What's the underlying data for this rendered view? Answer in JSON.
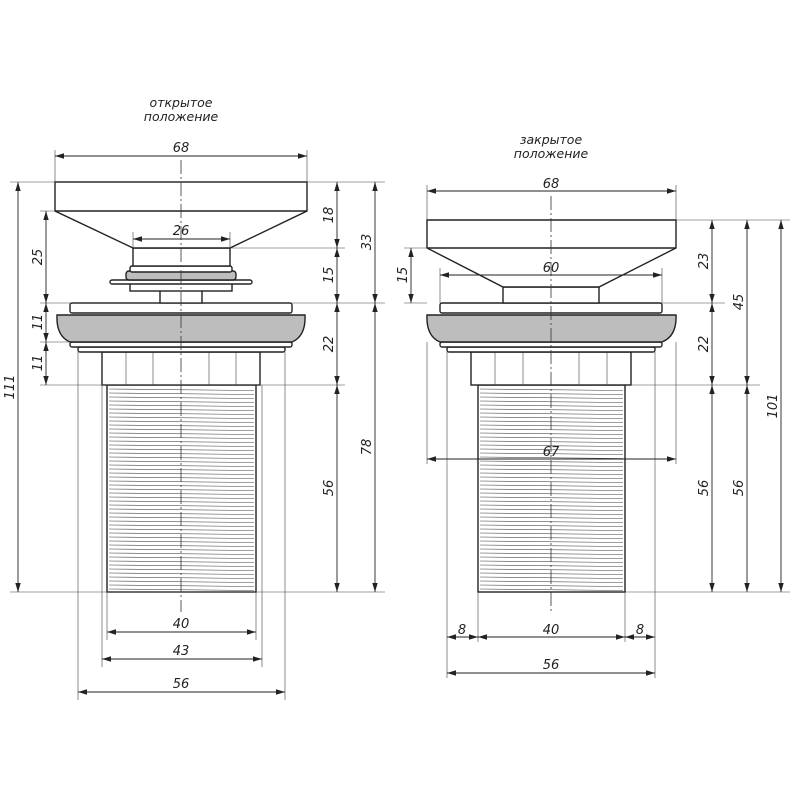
{
  "left": {
    "title_line1": "открытое",
    "title_line2": "положение",
    "dims": {
      "cap_width": "68",
      "stem_width": "26",
      "thread_inner": "40",
      "thread_outer": "43",
      "flange": "56",
      "total_height": "111",
      "cone_to_ring": "25",
      "ring_a": "11",
      "ring_b": "11",
      "cap_height": "18",
      "stem_height": "15",
      "body": "22",
      "thread_len": "56",
      "open_top": "33",
      "lower_total": "78"
    }
  },
  "right": {
    "title_line1": "закрытое",
    "title_line2": "положение",
    "dims": {
      "cap_width": "68",
      "cone_width": "60",
      "bowl_width": "67",
      "left_gap": "8",
      "thread_width": "40",
      "right_gap": "8",
      "flange": "56",
      "cone_height": "15",
      "cap_height": "23",
      "body": "22",
      "thread_len_a": "56",
      "upper_total": "45",
      "thread_len_b": "56",
      "total_height": "101"
    }
  }
}
